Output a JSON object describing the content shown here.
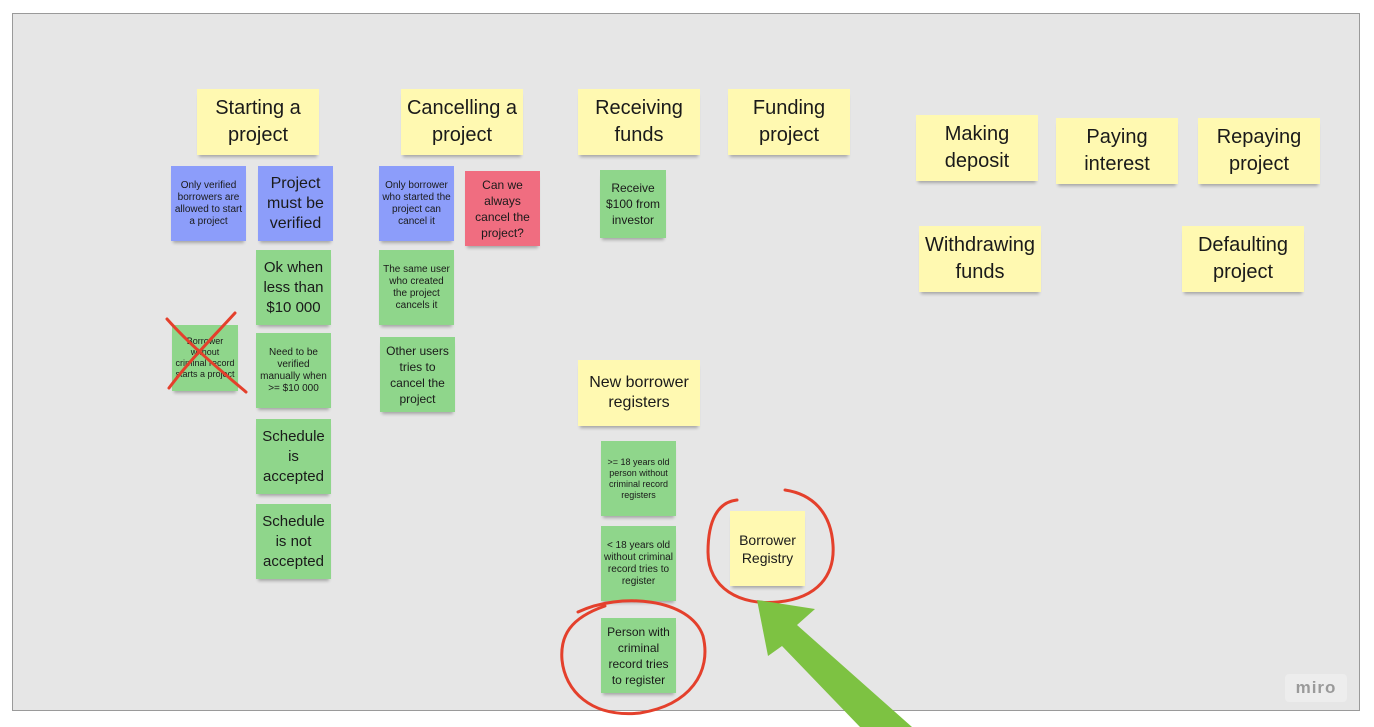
{
  "notes": {
    "starting_project": "Starting a project",
    "cancelling_project": "Cancelling a project",
    "receiving_funds": "Receiving funds",
    "funding_project": "Funding project",
    "making_deposit": "Making deposit",
    "paying_interest": "Paying interest",
    "repaying_project": "Repaying project",
    "withdrawing_funds": "Withdrawing funds",
    "defaulting_project": "Defaulting project",
    "only_verified": "Only verified borrowers are allowed to start a project",
    "project_verified": "Project must be verified",
    "ok_less": "Ok when less than $10 000",
    "borrower_no_record": "Borrower without criminal record starts a project",
    "verify_manually": "Need to be verified manually when >= $10 000",
    "schedule_accepted": "Schedule is accepted",
    "schedule_not_accepted": "Schedule is not accepted",
    "only_borrower_cancel": "Only borrower who started the project can cancel it",
    "can_we_cancel": "Can we always cancel the project?",
    "same_user_cancels": "The same user who created the project cancels it",
    "other_users_cancel": "Other users tries to cancel the project",
    "receive_100": "Receive $100 from investor",
    "new_borrower": "New borrower registers",
    "adult_registers": ">= 18 years old person without criminal record registers",
    "minor_registers": "< 18 years old without criminal record tries to register",
    "criminal_registers": "Person with criminal record tries to register",
    "borrower_registry": "Borrower Registry"
  },
  "branding": {
    "logo": "miro"
  },
  "colors": {
    "board": "#e6e6e6",
    "yellow_note": "#fff9b1",
    "green_note": "#8fd68b",
    "blue_note": "#8c9dfa",
    "red_note": "#f06d80",
    "annotation_red": "#e4402c",
    "arrow_green": "#7dc242"
  },
  "icons": {
    "cross_mark": "x-mark-icon",
    "pointer_arrow": "arrow-icon"
  }
}
